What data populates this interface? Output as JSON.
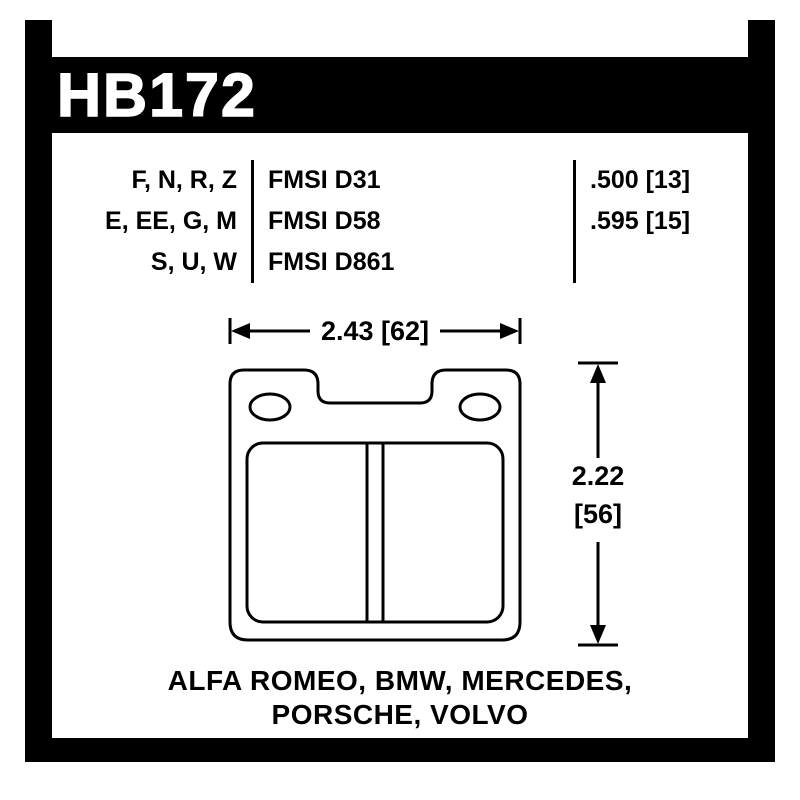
{
  "header": {
    "part_number": "HB172"
  },
  "table": {
    "rows": [
      {
        "compounds": "F, N, R, Z",
        "fmsi": "FMSI D31",
        "thickness": ".500 [13]"
      },
      {
        "compounds": "E, EE, G, M",
        "fmsi": "FMSI D58",
        "thickness": ".595 [15]"
      },
      {
        "compounds": "S, U, W",
        "fmsi": "FMSI D861",
        "thickness": ""
      }
    ]
  },
  "dimensions": {
    "width_label": "2.43 [62]",
    "height_inches": "2.22",
    "height_mm": "[56]"
  },
  "applications": {
    "line1": "ALFA ROMEO, BMW, MERCEDES,",
    "line2": "PORSCHE, VOLVO"
  },
  "colors": {
    "ink": "#000000",
    "background": "#ffffff"
  }
}
